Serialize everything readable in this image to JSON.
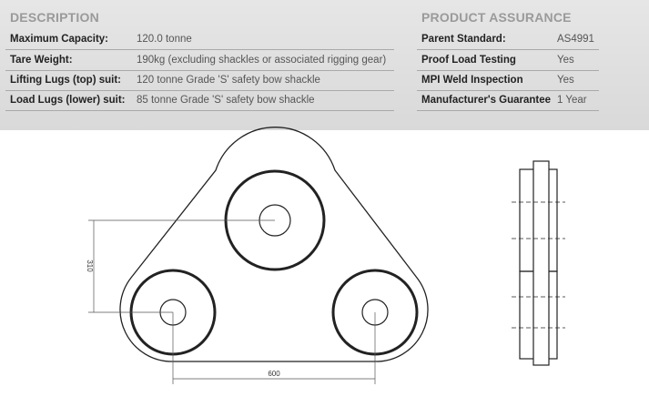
{
  "description": {
    "title": "DESCRIPTION",
    "rows": [
      {
        "label": "Maximum Capacity:",
        "value": "120.0 tonne"
      },
      {
        "label": "Tare Weight:",
        "value": "190kg (excluding shackles or associated rigging gear)"
      },
      {
        "label": "Lifting Lugs (top) suit:",
        "value": "120 tonne Grade 'S' safety bow shackle"
      },
      {
        "label": "Load Lugs (lower) suit:",
        "value": "85 tonne Grade 'S' safety bow shackle"
      }
    ]
  },
  "assurance": {
    "title": "PRODUCT ASSURANCE",
    "rows": [
      {
        "label": "Parent Standard:",
        "value": "AS4991"
      },
      {
        "label": "Proof Load Testing",
        "value": "Yes"
      },
      {
        "label": "MPI Weld Inspection",
        "value": "Yes"
      },
      {
        "label": "Manufacturer's Guarantee",
        "value": "1 Year"
      }
    ]
  },
  "drawing": {
    "dim_vertical": "310",
    "dim_horizontal": "600"
  }
}
